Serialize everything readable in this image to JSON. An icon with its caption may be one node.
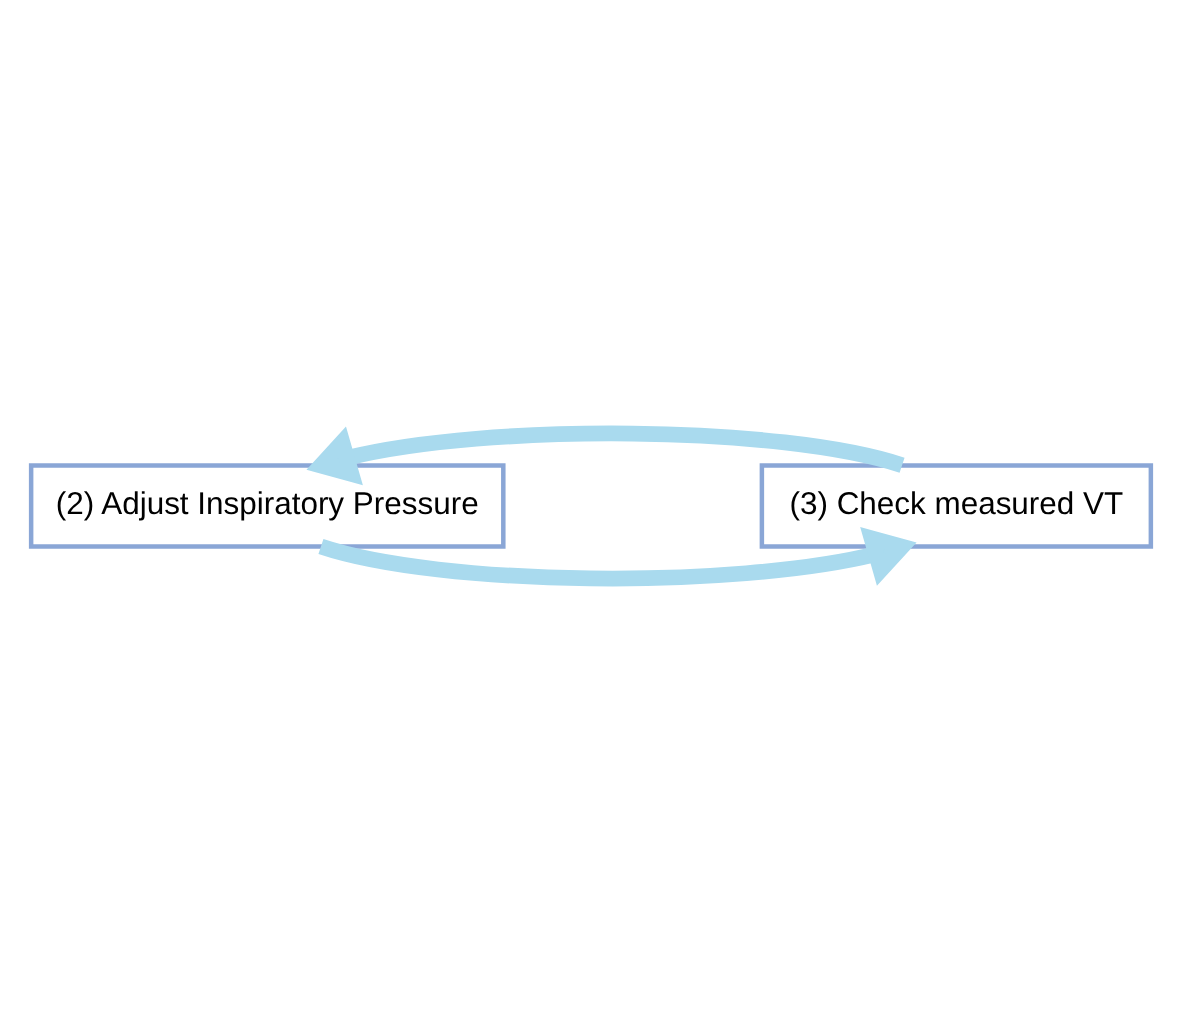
{
  "diagram": {
    "nodes": [
      {
        "text": [
          "(2) Adjust Inspiratory Pressure"
        ]
      },
      {
        "text": [
          "(3) Check measured VT"
        ]
      }
    ],
    "edges": [
      {
        "from": 0,
        "to": 1,
        "arrow": "to"
      },
      {
        "from": 1,
        "to": 0,
        "arrow": "to"
      }
    ]
  }
}
